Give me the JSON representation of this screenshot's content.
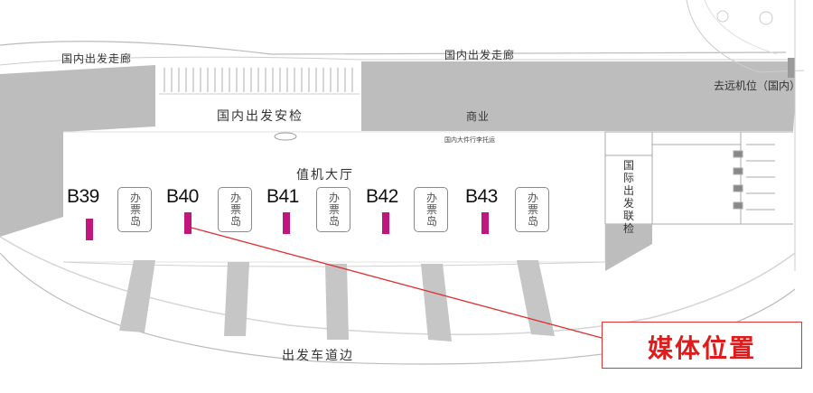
{
  "map": {
    "corridor_left": "国内出发走廊",
    "corridor_right": "国内出发走廊",
    "remote_stand": "去远机位（国内）",
    "security": "国内出发安检",
    "commercial": "商业",
    "small_note": "国内大件行李托运",
    "hall": "值机大厅",
    "international": "国际出发联检",
    "curbside": "出发车道边",
    "legend": "媒体位置",
    "ticket_island": "办票岛",
    "gates": [
      "B39",
      "B40",
      "B41",
      "B42",
      "B43"
    ],
    "colors": {
      "media": "#c0177f",
      "pointer": "#e03030",
      "legend_text": "#e01b1b",
      "building_fill": "#bdbdbd"
    }
  }
}
